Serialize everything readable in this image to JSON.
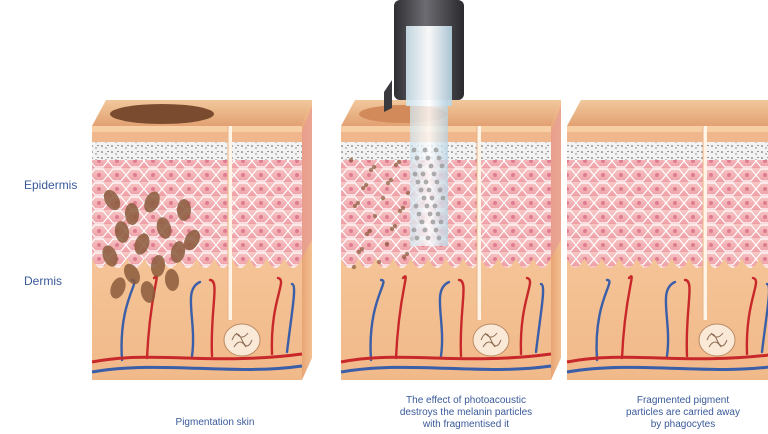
{
  "labels": {
    "epidermis": "Epidermis",
    "dermis": "Dermis"
  },
  "panels": [
    {
      "caption_lines": [
        "Pigmentation skin"
      ]
    },
    {
      "caption_lines": [
        "The effect of photoacoustic",
        "destroys the melanin particles",
        "with fragmentised it"
      ]
    },
    {
      "caption_lines": [
        "Fragmented pigment",
        "particles are carried away",
        "by phagocytes"
      ]
    }
  ],
  "colors": {
    "caption": "#3a5a9a",
    "dermis": "#f6c79a",
    "epidermis_cells": "#f4b6b8",
    "pigment": "#8a5a3c",
    "artery": "#c8282a",
    "vein": "#3a5ea8",
    "handpiece": "#4a4a4e"
  }
}
